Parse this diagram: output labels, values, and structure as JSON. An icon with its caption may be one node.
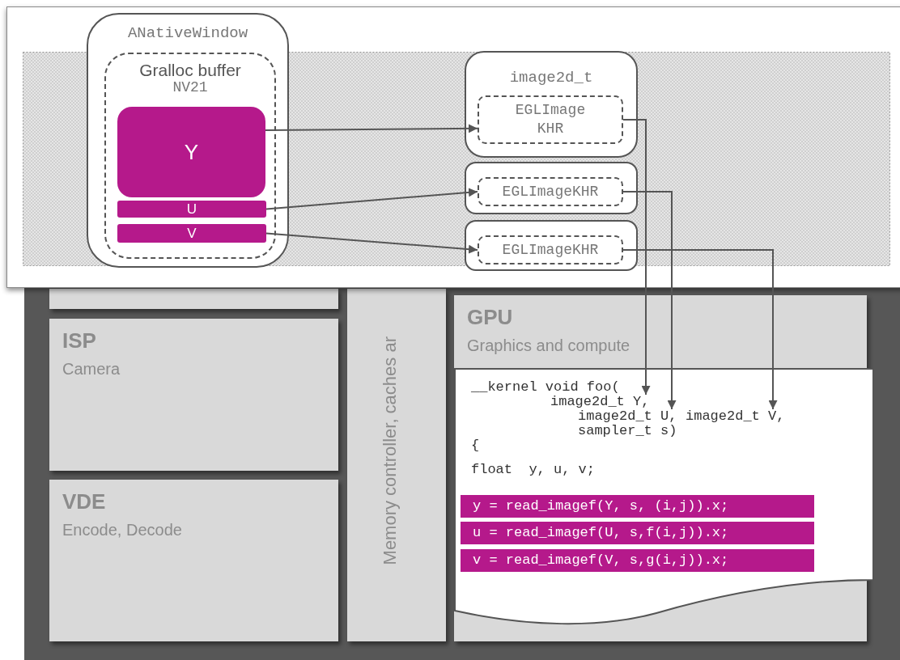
{
  "diagram": {
    "nodes": [
      {
        "text": [
          "ANativeWindow"
        ]
      },
      {
        "text": [
          "Gralloc buffer",
          "NV21"
        ],
        "in": 0
      },
      {
        "text": [
          "Y"
        ],
        "in": 1
      },
      {
        "text": [
          "U"
        ],
        "in": 1
      },
      {
        "text": [
          "V"
        ],
        "in": 1
      },
      {
        "text": [
          "image2d_t"
        ]
      },
      {
        "text": [
          "EGLImage KHR"
        ],
        "in": 5
      },
      {
        "text": [],
        "shape": "box"
      },
      {
        "text": [
          "EGLImageKHR"
        ],
        "in": 7
      },
      {
        "text": [],
        "shape": "box"
      },
      {
        "text": [
          "EGLImageKHR"
        ],
        "in": 9
      },
      {
        "text": [],
        "shape": "box"
      },
      {
        "text": [
          "ISP",
          "Camera"
        ]
      },
      {
        "text": [
          "VDE",
          "Encode, Decode"
        ]
      },
      {
        "text": [
          "Memory controller, caches ar"
        ]
      },
      {
        "text": [
          "GPU",
          "Graphics and compute"
        ]
      },
      {
        "text": [
          "__kernel void foo(",
          "sampler_t s)",
          "{",
          "float  y, u, v;"
        ],
        "in": 15
      },
      {
        "text": [
          "image2d_t Y,"
        ],
        "in": 16
      },
      {
        "text": [
          "image2d_t U,"
        ],
        "in": 16
      },
      {
        "text": [
          "image2d_t V,"
        ],
        "in": 16
      },
      {
        "text": [
          "y = read_imagef(Y, s, (i,j)).x;"
        ],
        "in": 16
      },
      {
        "text": [
          "u = read_imagef(U, s,f(i,j)).x;"
        ],
        "in": 16
      },
      {
        "text": [
          "v = read_imagef(V, s,g(i,j)).x;"
        ],
        "in": 16
      }
    ],
    "edges": [
      {
        "from": 2,
        "to": 6,
        "arrow": "to"
      },
      {
        "from": 3,
        "to": 8,
        "arrow": "to"
      },
      {
        "from": 4,
        "to": 10,
        "arrow": "to"
      },
      {
        "from": 6,
        "to": 17,
        "arrow": "to"
      },
      {
        "from": 8,
        "to": 18,
        "arrow": "to"
      },
      {
        "from": 10,
        "to": 19,
        "arrow": "to"
      }
    ]
  }
}
